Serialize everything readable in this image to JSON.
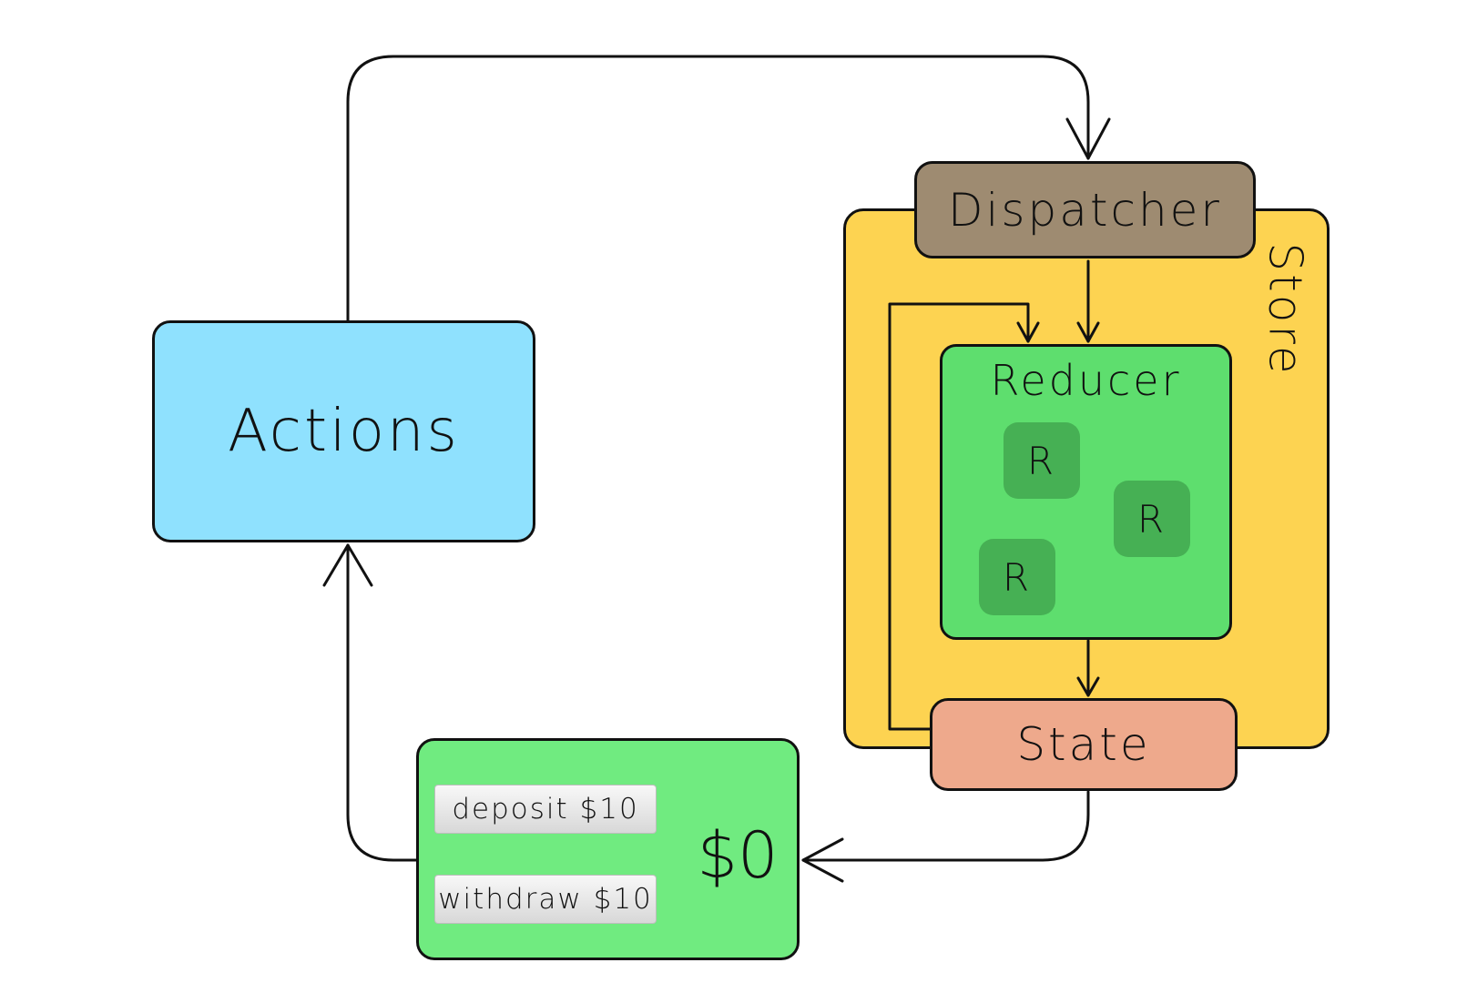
{
  "colors": {
    "store": "#fdd351",
    "dispatcher": "#9e8b71",
    "reducer": "#5ede6e",
    "reducer_chip": "#46b054",
    "state": "#eea98c",
    "actions": "#8fe1fe",
    "view": "#70eb80",
    "line": "#111111"
  },
  "store": {
    "label": "Store"
  },
  "dispatcher": {
    "label": "Dispatcher"
  },
  "reducer": {
    "label": "Reducer",
    "chips": [
      "R",
      "R",
      "R"
    ]
  },
  "state": {
    "label": "State"
  },
  "actions": {
    "label": "Actions"
  },
  "view": {
    "deposit_label": "deposit $10",
    "withdraw_label": "withdraw $10",
    "balance": "$0"
  }
}
